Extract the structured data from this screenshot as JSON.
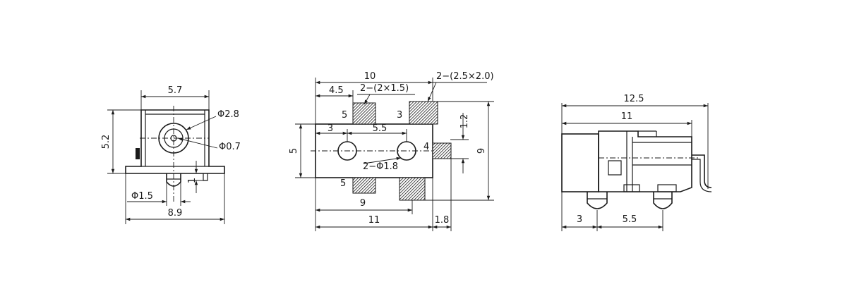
{
  "front_view": {
    "width_top": "5.7",
    "height": "5.2",
    "bore_diameter": "Φ2.8",
    "pin_diameter": "Φ0.7",
    "peg_diameter": "Φ1.5",
    "width_base": "8.9",
    "pin_offset": "1"
  },
  "top_view": {
    "overall_width": "10",
    "pad_offset": "4.5",
    "small_pads": "2−(2×1.5)",
    "large_pads": "2−(2.5×2.0)",
    "pin_gap": "1.2",
    "offset_3": "3",
    "hole_spacing": "5.5",
    "body_height": "5",
    "overall_height": "9",
    "holes": "2−Φ1.8",
    "pin_number_5_top": "5",
    "pin_number_3": "3",
    "pin_number_4": "4",
    "pin_number_5_bottom": "5",
    "bottom_9": "9",
    "bottom_11": "11",
    "tab_length": "1.8"
  },
  "side_view": {
    "overall_length": "12.5",
    "body_length": "11",
    "peg_offset": "3",
    "peg_spacing": "5.5"
  }
}
